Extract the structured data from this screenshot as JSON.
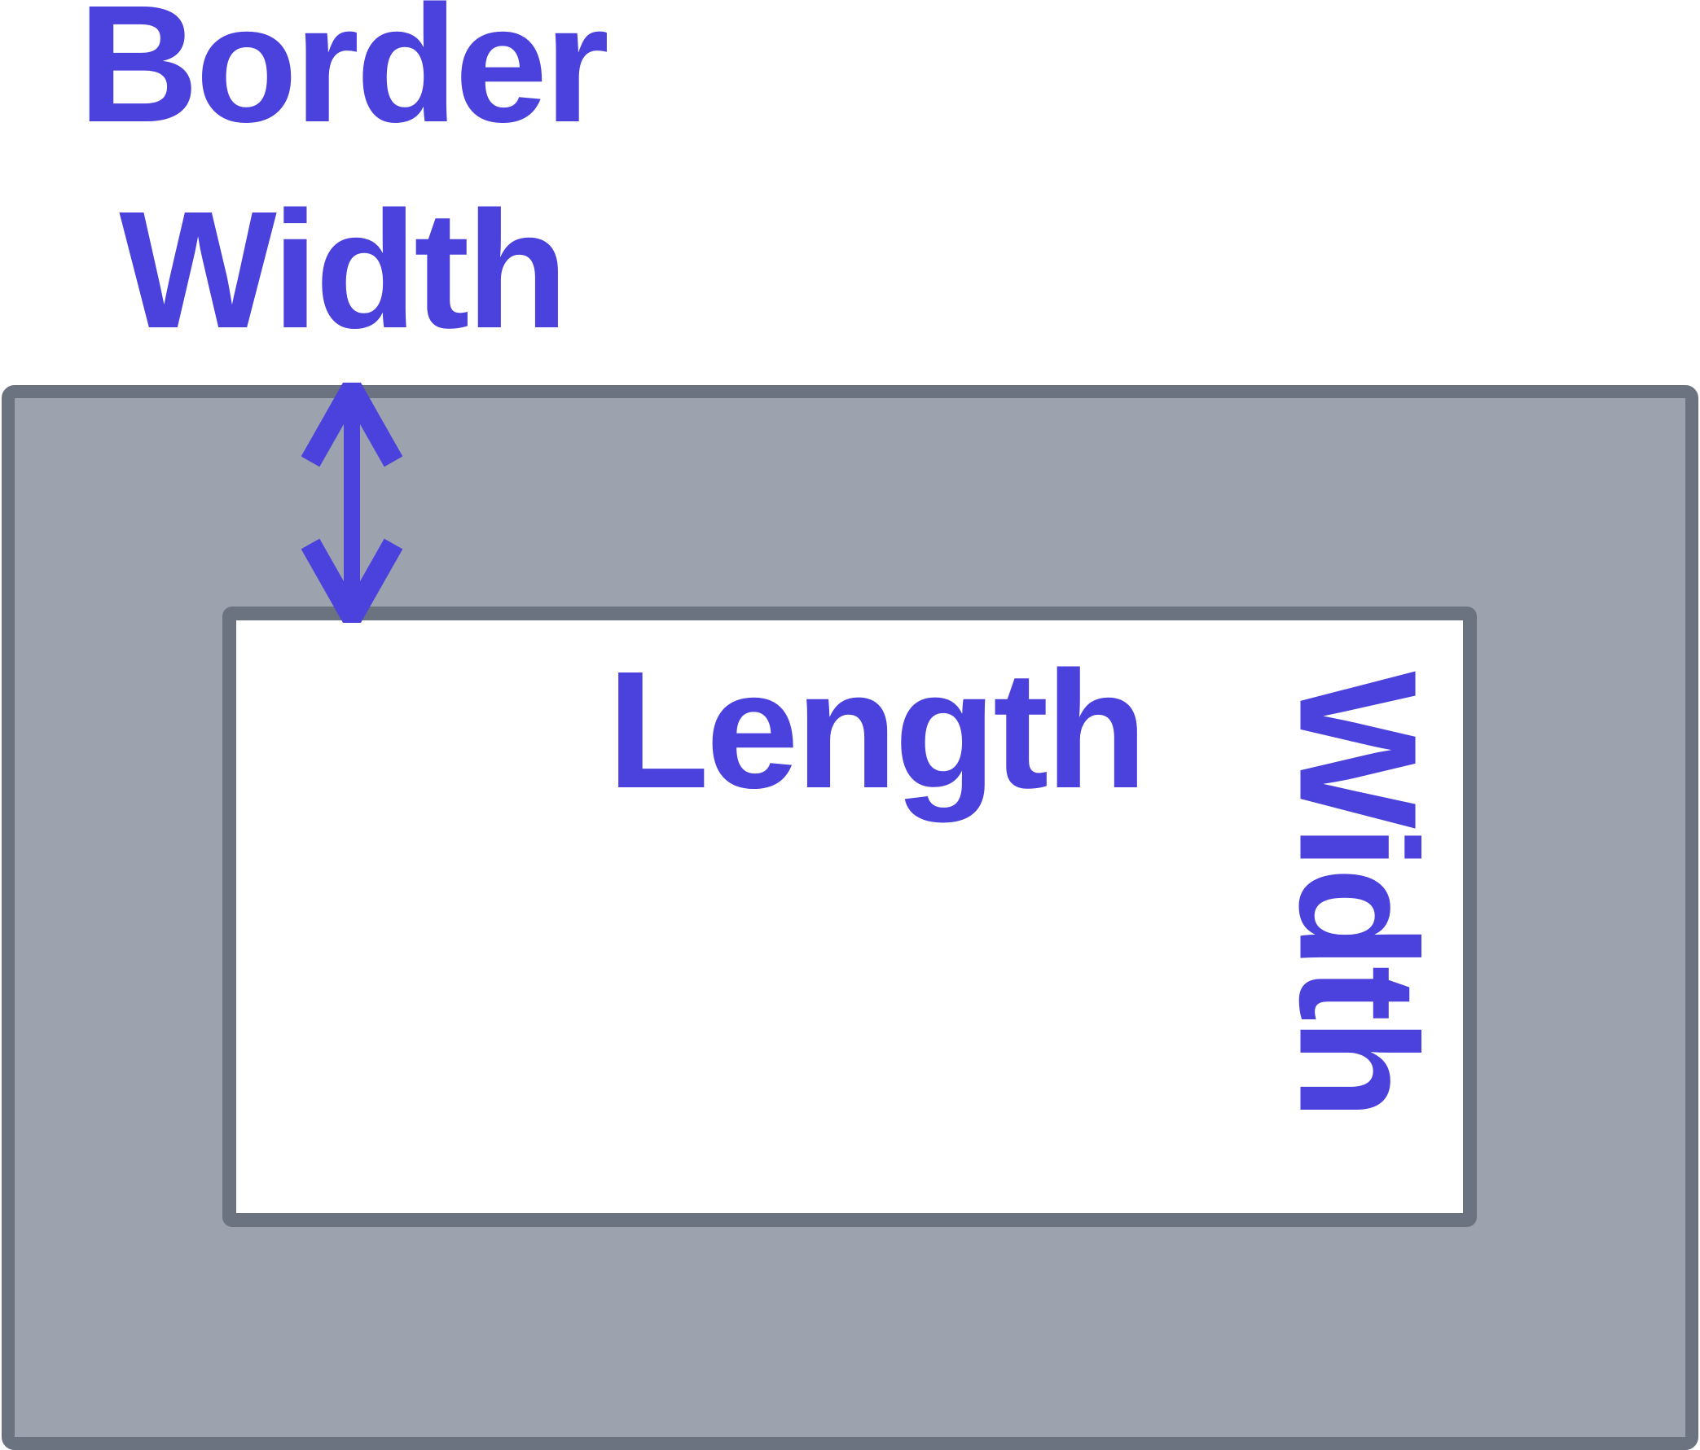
{
  "labels": {
    "border_width": "Border Width",
    "length": "Length",
    "width": "Width"
  },
  "icons": {
    "border_width_arrow": "double-headed-vertical-arrow"
  },
  "colors": {
    "accent_purple": "#4b41dd",
    "border_fill_gray": "#9ca3af",
    "border_stroke_gray": "#6b7280",
    "inner_fill": "#ffffff",
    "background": "#ffffff"
  }
}
